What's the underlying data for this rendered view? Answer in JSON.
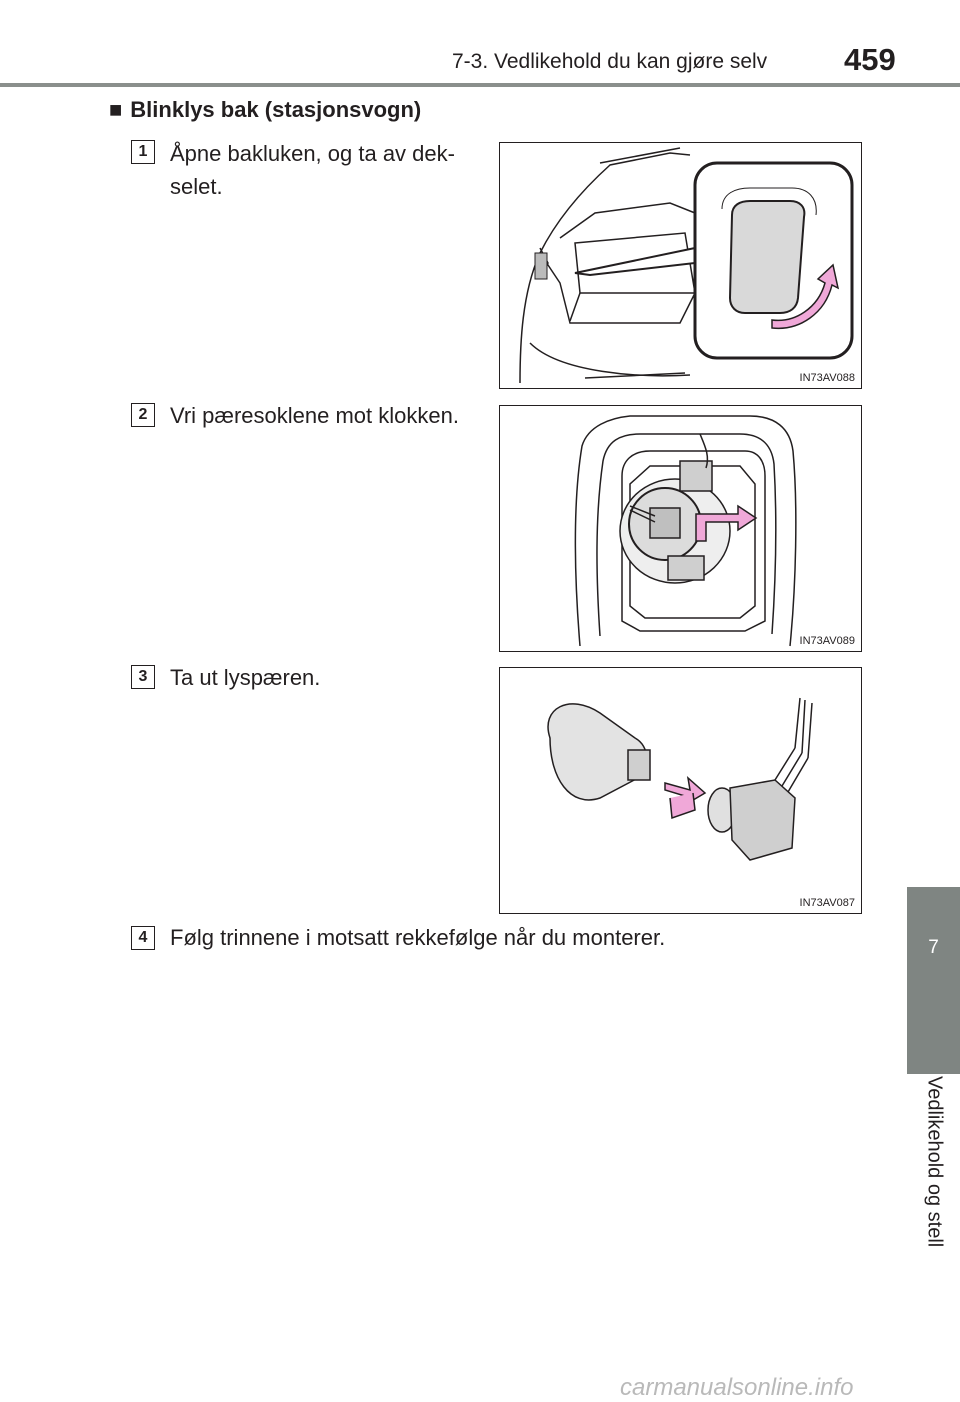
{
  "header": {
    "title": "7-3. Vedlikehold du kan gjøre selv",
    "page_number": "459"
  },
  "side_tab": {
    "chapter": "7",
    "label": "Vedlikehold og stell"
  },
  "section": {
    "marker": "■",
    "heading": "Blinklys bak (stasjonsvogn)"
  },
  "steps": [
    {
      "num": "1",
      "text": "Åpne bakluken, og ta av dek-\nselet.",
      "figure_code": "IN73AV088"
    },
    {
      "num": "2",
      "text": "Vri pæresoklene mot klokken.",
      "figure_code": "IN73AV089"
    },
    {
      "num": "3",
      "text": "Ta ut lyspæren.",
      "figure_code": "IN73AV087"
    },
    {
      "num": "4",
      "text": "Følg trinnene i motsatt rekkefølge når du monterer."
    }
  ],
  "colors": {
    "accent_arrow": "#f0a8d8",
    "tab_gray": "#7f8582",
    "rule_gray": "#8a8f8c"
  },
  "watermark": "carmanualsonline.info"
}
